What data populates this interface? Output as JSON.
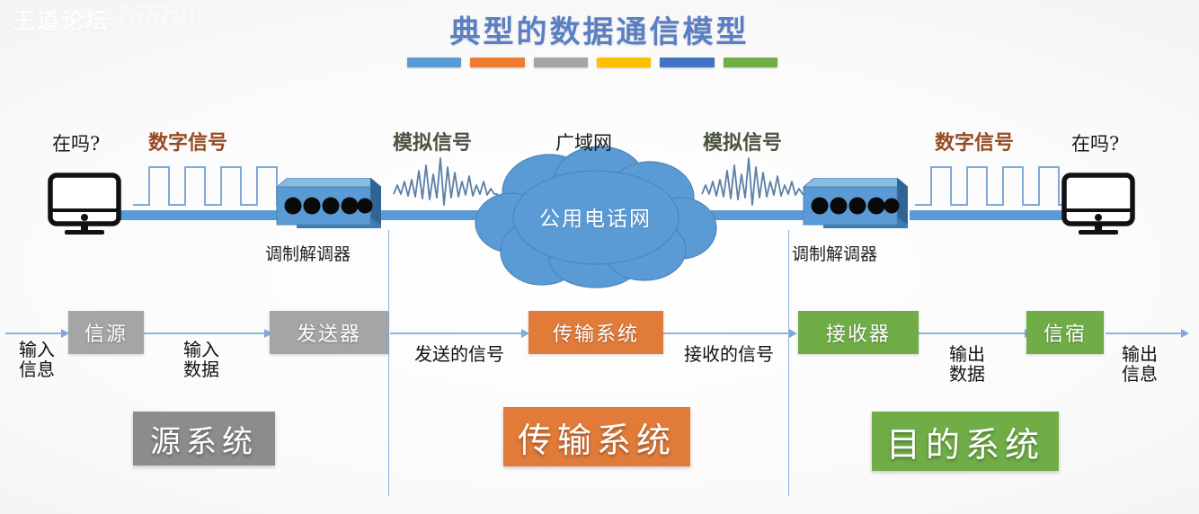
{
  "watermark": {
    "forum": "王道论坛",
    "site": "bilibili"
  },
  "header": {
    "title": "典型的数据通信模型",
    "title_color": "#5B7FC0",
    "accent_bars": [
      "#5B9BD5",
      "#ED7D31",
      "#A5A5A5",
      "#FFC000",
      "#4472C4",
      "#70AD47"
    ]
  },
  "top_row": {
    "left_bubble": "在吗?",
    "right_bubble": "在吗?",
    "digital_signal_left": "数字信号",
    "digital_signal_right": "数字信号",
    "analog_signal_left": "模拟信号",
    "analog_signal_right": "模拟信号",
    "wan_label": "广域网",
    "cloud_label": "公用电话网",
    "modem_left": "调制解调器",
    "modem_right": "调制解调器",
    "digital_color": "#974B23",
    "analog_color": "#4A5240",
    "cloud_color": "#5B9BD5",
    "line_color": "#5B9BD5"
  },
  "flow": {
    "nodes": [
      {
        "label": "信源",
        "color": "#A5A5A5",
        "name": "source"
      },
      {
        "label": "发送器",
        "color": "#A5A5A5",
        "name": "transmitter"
      },
      {
        "label": "传输系统",
        "color": "#E07B39",
        "name": "transmission-system"
      },
      {
        "label": "接收器",
        "color": "#70AD47",
        "name": "receiver"
      },
      {
        "label": "信宿",
        "color": "#70AD47",
        "name": "destination"
      }
    ],
    "edge_labels": [
      "输入\n信息",
      "输入\n数据",
      "发送的信号",
      "接收的信号",
      "输出\n数据",
      "输出\n信息"
    ],
    "systems": [
      {
        "label": "源系统",
        "color": "#8C8C8C"
      },
      {
        "label": "传输系统",
        "color": "#E07B39"
      },
      {
        "label": "目的系统",
        "color": "#70AD47"
      }
    ],
    "arrow_color": "#8FB4DC"
  }
}
